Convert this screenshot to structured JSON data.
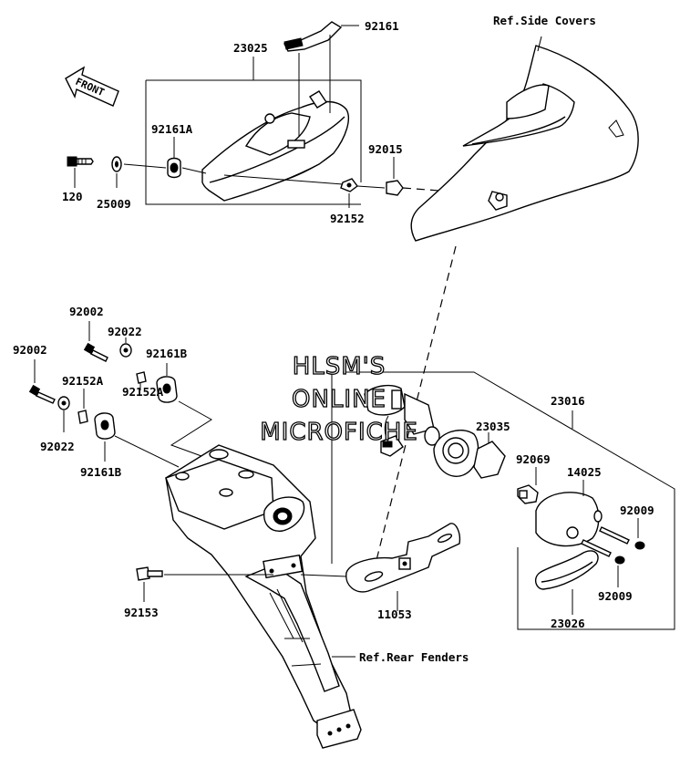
{
  "labels": {
    "p92161": "92161",
    "p23025": "23025",
    "refSideCovers": "Ref.Side Covers",
    "p92161A": "92161A",
    "p92015": "92015",
    "p120": "120",
    "p25009": "25009",
    "p92152": "92152",
    "p92002a": "92002",
    "p92022a": "92022",
    "p92161Ba": "92161B",
    "p92002b": "92002",
    "p92152A1": "92152A",
    "p92152A2": "92152A",
    "p92022b": "92022",
    "p92161Bb": "92161B",
    "p23016": "23016",
    "p23035": "23035",
    "p92069": "92069",
    "p14025": "14025",
    "p92009a": "92009",
    "p92009b": "92009",
    "p23026": "23026",
    "p92153": "92153",
    "p11053": "11053",
    "refRearFenders": "Ref.Rear Fenders",
    "front": "FRONT"
  },
  "watermark": {
    "line1": "HLSM'S",
    "line2": "ONLINE",
    "line3": "MICROFICHE"
  }
}
